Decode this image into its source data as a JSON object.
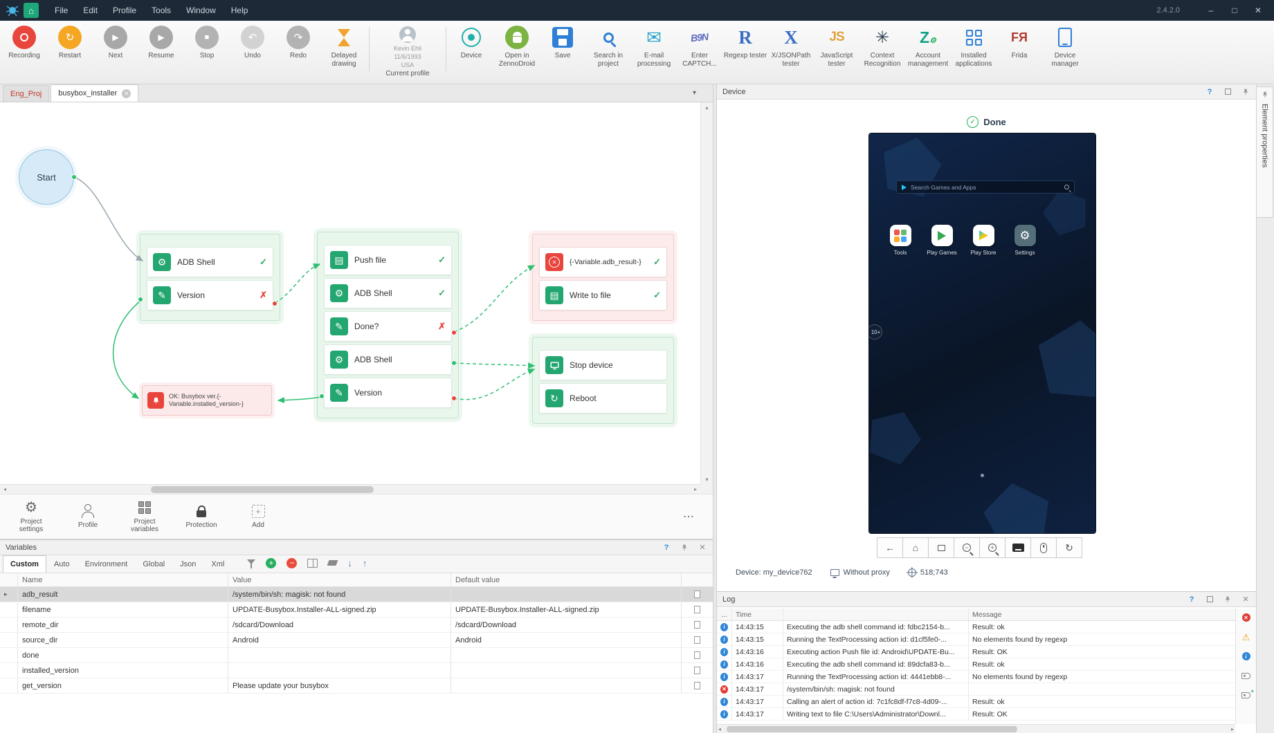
{
  "app": {
    "version": "2.4.2.0",
    "menus": [
      "File",
      "Edit",
      "Profile",
      "Tools",
      "Window",
      "Help"
    ],
    "win": {
      "min": "–",
      "max": "□",
      "close": "✕"
    },
    "home_glyph": "⌂"
  },
  "toolbar": {
    "items": [
      "Recording",
      "Restart",
      "Next",
      "Resume",
      "Stop",
      "Undo",
      "Redo",
      "Delayed drawing",
      "Device",
      "Open in ZennoDroid",
      "Save",
      "Search in project",
      "E-mail processing",
      "Enter CAPTCH...",
      "Regexp tester",
      "X/JSONPath tester",
      "JavaScript tester",
      "Context Recognition",
      "Account management",
      "Installed applications",
      "Frida",
      "Device manager"
    ],
    "glyphs": {
      "restart": "↻",
      "next": "▶",
      "resume": "▶",
      "stop": "■",
      "undo": "↶",
      "redo": "↷",
      "email": "✉",
      "context": "✳"
    },
    "letters": {
      "captcha": "B9N",
      "regexp": "R",
      "xjson": "X",
      "js": "JS",
      "account": "Z",
      "account_gear": "⚙",
      "frida": "FЯ"
    },
    "profile": {
      "name": "Kevin Ehli",
      "birth": "11/6/1993",
      "country": "USA",
      "caption": "Current profile"
    }
  },
  "tabs": [
    {
      "label": "Eng_Proj"
    },
    {
      "label": "busybox_installer",
      "close": "✕"
    }
  ],
  "flow": {
    "start_label": "Start",
    "glyphs": {
      "gear": "⚙",
      "pencil": "✎",
      "file": "▤",
      "error": "✕",
      "reboot": "↻"
    },
    "groups": [
      {
        "nodes": [
          {
            "icon": "gear",
            "label": "ADB Shell",
            "status": "✓"
          },
          {
            "icon": "pencil",
            "label": "Version",
            "status": "✗"
          }
        ]
      },
      {
        "nodes": [
          {
            "icon": "file",
            "label": "Push file",
            "status": "✓"
          },
          {
            "icon": "gear",
            "label": "ADB Shell",
            "status": "✓"
          },
          {
            "icon": "pencil",
            "label": "Done?",
            "status": "✗"
          },
          {
            "icon": "gear",
            "label": "ADB Shell",
            "status": ""
          },
          {
            "icon": "pencil",
            "label": "Version",
            "status": ""
          }
        ]
      },
      {
        "nodes": [
          {
            "icon": "error",
            "label": "{-Variable.adb_result-}",
            "status": "✓"
          },
          {
            "icon": "file",
            "label": "Write to file",
            "status": "✓"
          }
        ]
      },
      {
        "nodes": [
          {
            "icon": "device",
            "label": "Stop device",
            "status": ""
          },
          {
            "icon": "reboot",
            "label": "Reboot",
            "status": ""
          }
        ]
      }
    ],
    "alert_label": "OK: Busybox ver.{-Variable.installed_version-}",
    "colors": {
      "node_green": "#23a66f",
      "error_red": "#e8453c",
      "connector_green": "#2fbf71"
    }
  },
  "canvas_toolbar": {
    "items": [
      "Project settings",
      "Profile",
      "Project variables",
      "Protection",
      "Add"
    ],
    "more": "⋯"
  },
  "variables_panel": {
    "title": "Variables",
    "tabs": [
      "Custom",
      "Auto",
      "Environment",
      "Global",
      "Json",
      "Xml"
    ],
    "columns": [
      "Name",
      "Value",
      "Default value"
    ],
    "rows": [
      {
        "name": "adb_result",
        "value": "/system/bin/sh: magisk: not found",
        "default": ""
      },
      {
        "name": "filename",
        "value": "UPDATE-Busybox.Installer-ALL-signed.zip",
        "default": "UPDATE-Busybox.Installer-ALL-signed.zip"
      },
      {
        "name": "remote_dir",
        "value": "/sdcard/Download",
        "default": "/sdcard/Download"
      },
      {
        "name": "source_dir",
        "value": "Android",
        "default": "Android"
      },
      {
        "name": "done",
        "value": "",
        "default": ""
      },
      {
        "name": "installed_version",
        "value": "",
        "default": ""
      },
      {
        "name": "get_version",
        "value": "Please update your busybox",
        "default": ""
      }
    ]
  },
  "device_panel": {
    "title": "Device",
    "status": "Done",
    "check": "✓",
    "phone": {
      "search_placeholder": "Search Games and Apps",
      "apps": [
        "Tools",
        "Play Games",
        "Play Store",
        "Settings"
      ],
      "settings_gear": "⚙",
      "badge": "10+"
    },
    "buttons": {
      "back": "←",
      "home": "⌂",
      "refresh": "↻"
    },
    "footer": {
      "device": "Device: my_device762",
      "proxy": "Without proxy",
      "coords": "518;743"
    }
  },
  "log_panel": {
    "title": "Log",
    "columns": {
      "icon": "...",
      "time": "Time",
      "message": "Message"
    },
    "icons": {
      "info": "i",
      "error": "✕",
      "warn": "⚠"
    },
    "rows": [
      {
        "level": "info",
        "time": "14:43:15",
        "action": "Executing the adb shell command id: fdbc2154-b...",
        "message": "Result: ok"
      },
      {
        "level": "info",
        "time": "14:43:15",
        "action": "Running the TextProcessing action id: d1cf5fe0-...",
        "message": "No elements found by regexp"
      },
      {
        "level": "info",
        "time": "14:43:16",
        "action": "Executing action Push file id: Android\\UPDATE-Bu...",
        "message": "Result: OK"
      },
      {
        "level": "info",
        "time": "14:43:16",
        "action": "Executing the adb shell command id: 89dcfa83-b...",
        "message": "Result: ok"
      },
      {
        "level": "info",
        "time": "14:43:17",
        "action": "Running the TextProcessing action id: 4441ebb8-...",
        "message": "No elements found by regexp"
      },
      {
        "level": "error",
        "time": "14:43:17",
        "action": "/system/bin/sh: magisk: not found",
        "message": ""
      },
      {
        "level": "info",
        "time": "14:43:17",
        "action": "Calling an alert of action id: 7c1fc8df-f7c8-4d09-...",
        "message": "Result: ok"
      },
      {
        "level": "info",
        "time": "14:43:17",
        "action": "Writing text to file C:\\Users\\Administrator\\Downl...",
        "message": "Result: OK"
      }
    ]
  },
  "element_properties": {
    "label": "Element properties"
  }
}
